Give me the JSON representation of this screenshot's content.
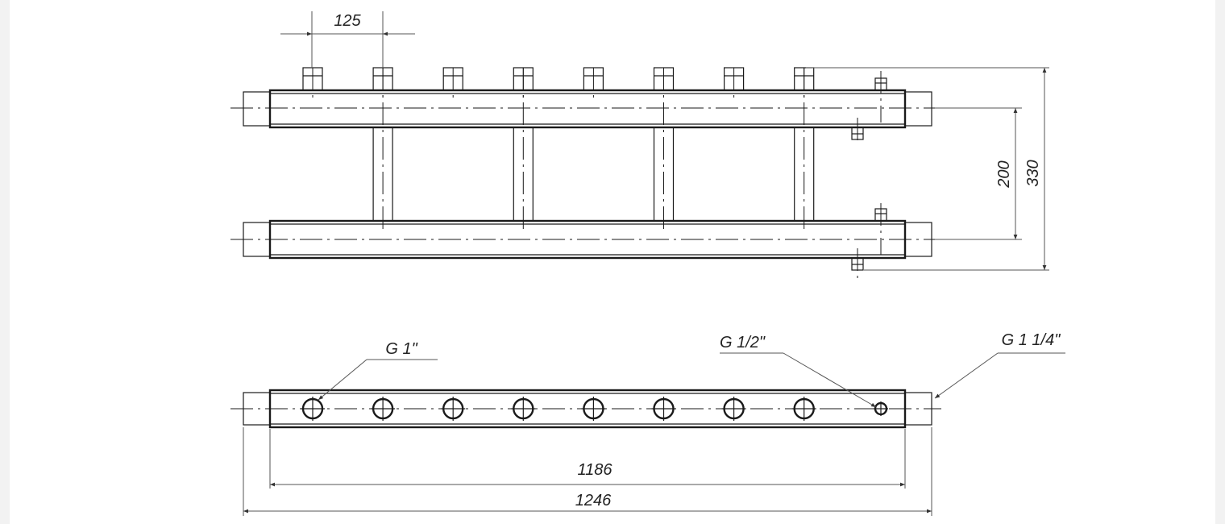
{
  "drawing": {
    "dimensions": {
      "spacing": "125",
      "inner_height": "200",
      "outer_height": "330",
      "body_length": "1186",
      "total_length": "1246"
    },
    "callouts": {
      "outlet_thread": "G 1\"",
      "vent_thread": "G 1/2\"",
      "inlet_thread": "G 1 1/4\""
    },
    "outlet_count": 8,
    "connector_count": 4
  }
}
